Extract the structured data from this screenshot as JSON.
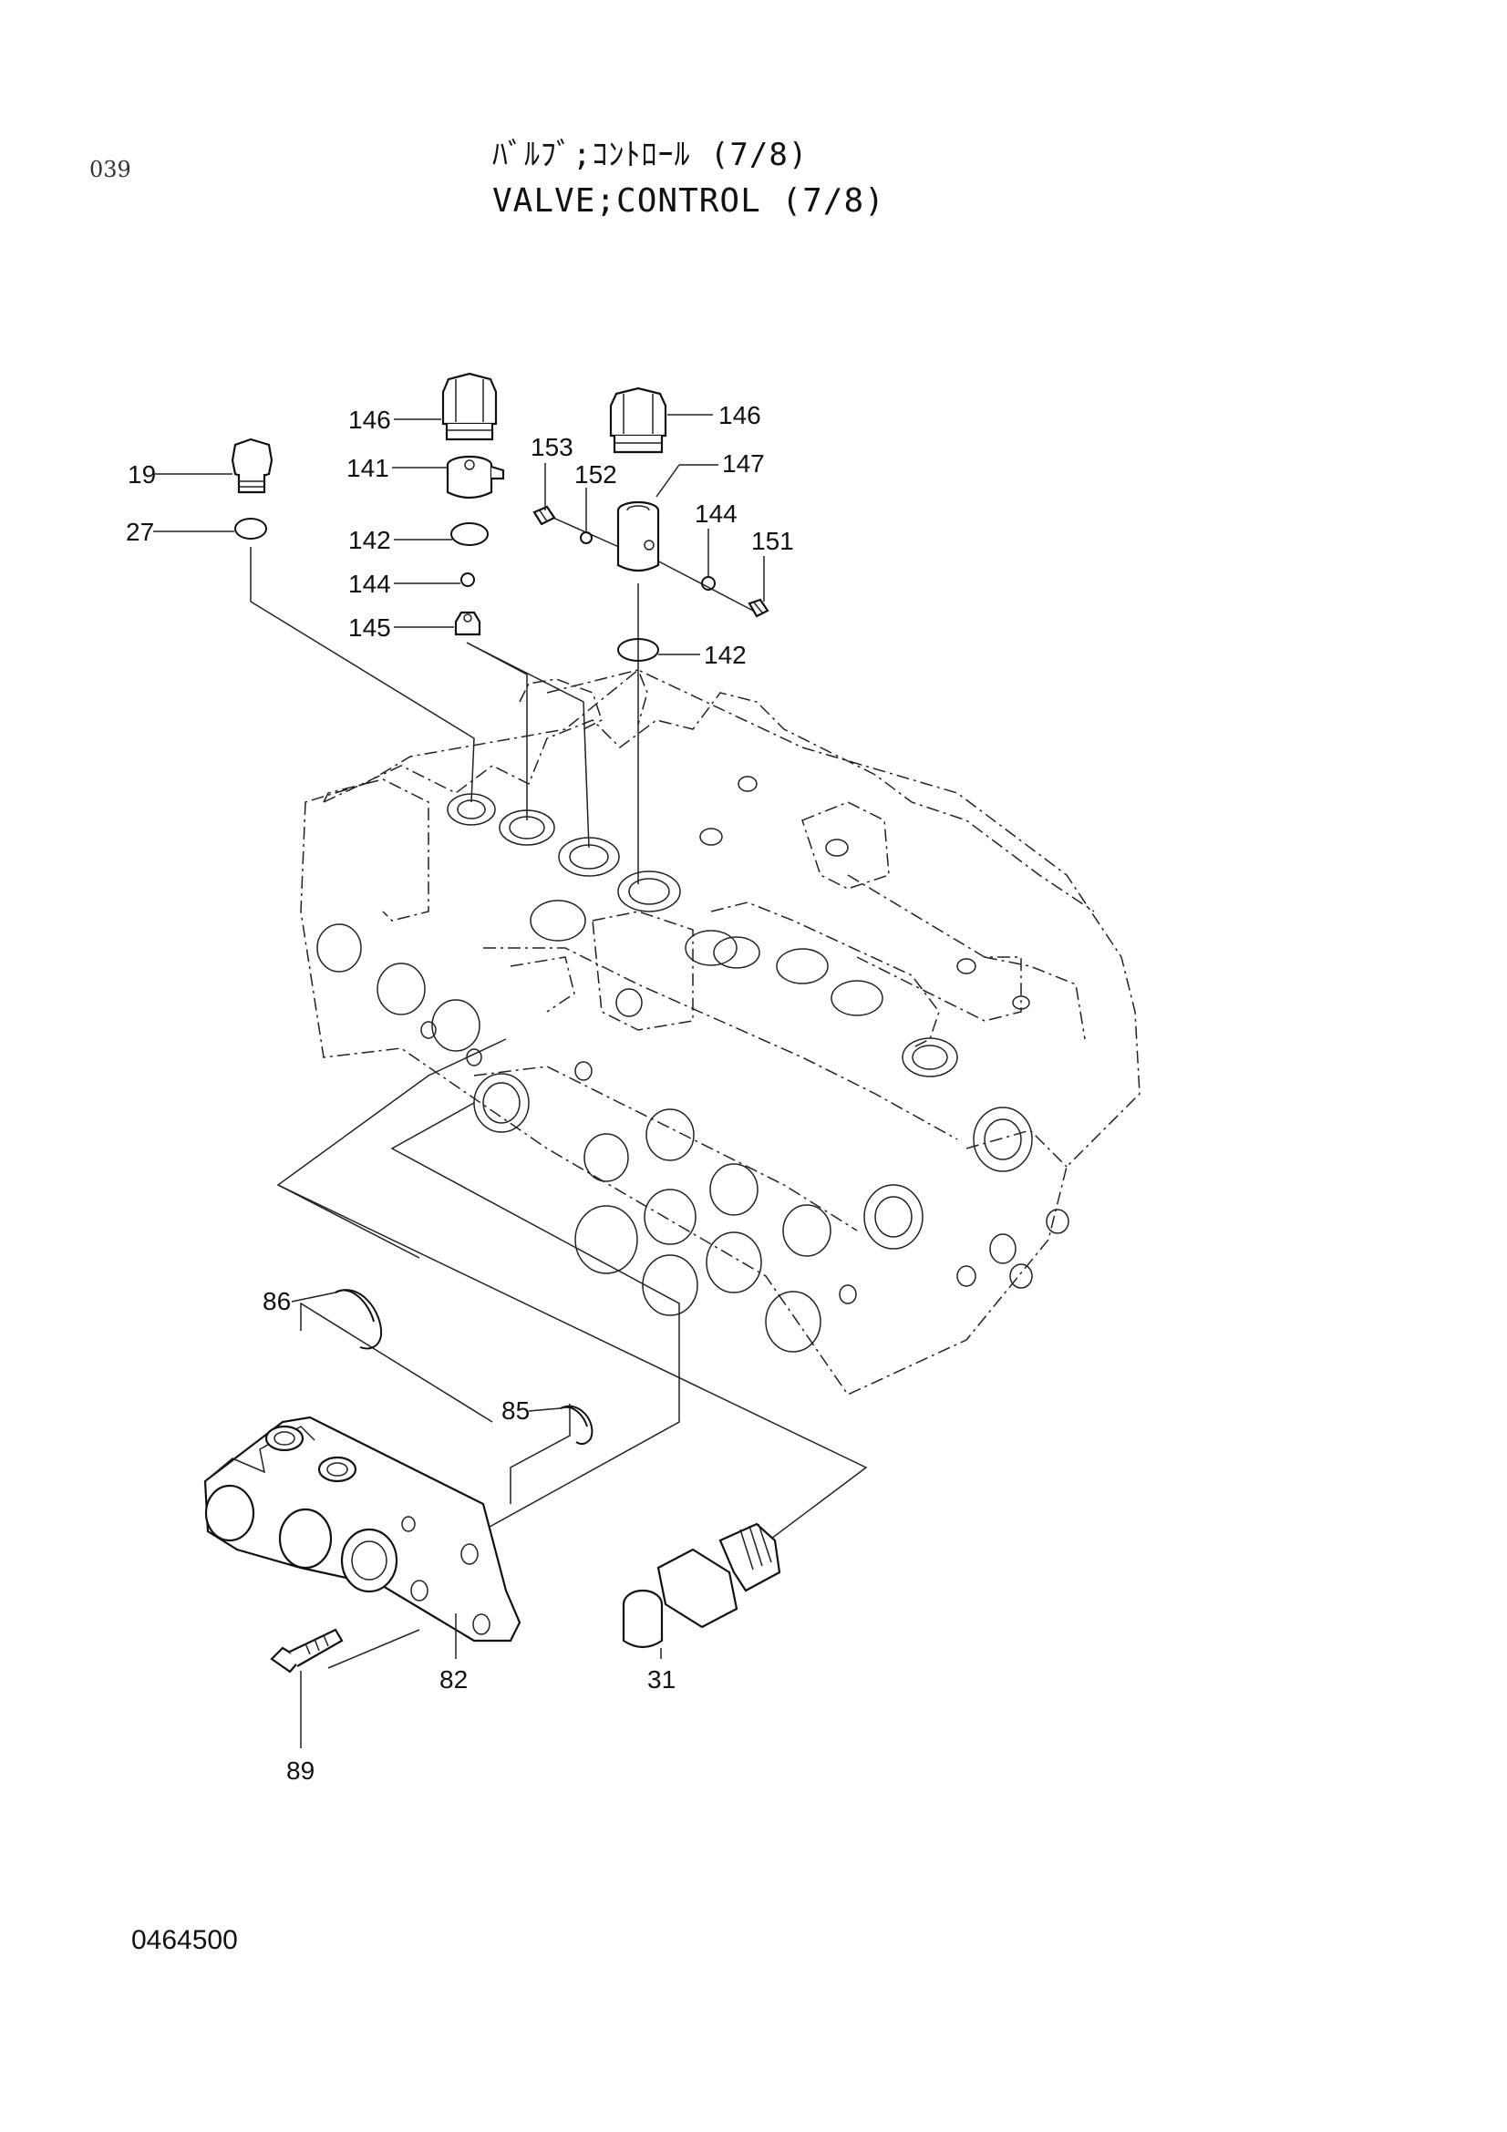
{
  "header": {
    "page_number": "039",
    "title_jp": "ﾊﾞﾙﾌﾞ;ｺﾝﾄﾛｰﾙ (7/8)",
    "title_en": "VALVE;CONTROL (7/8)"
  },
  "footer": {
    "drawing_number": "0464500"
  },
  "callouts": {
    "c146a": "146",
    "c146b": "146",
    "c141": "141",
    "c142a": "142",
    "c142b": "142",
    "c144a": "144",
    "c144b": "144",
    "c145": "145",
    "c147": "147",
    "c153": "153",
    "c152": "152",
    "c151": "151",
    "c19": "19",
    "c27": "27",
    "c86": "86",
    "c85": "85",
    "c82": "82",
    "c89": "89",
    "c31": "31"
  }
}
